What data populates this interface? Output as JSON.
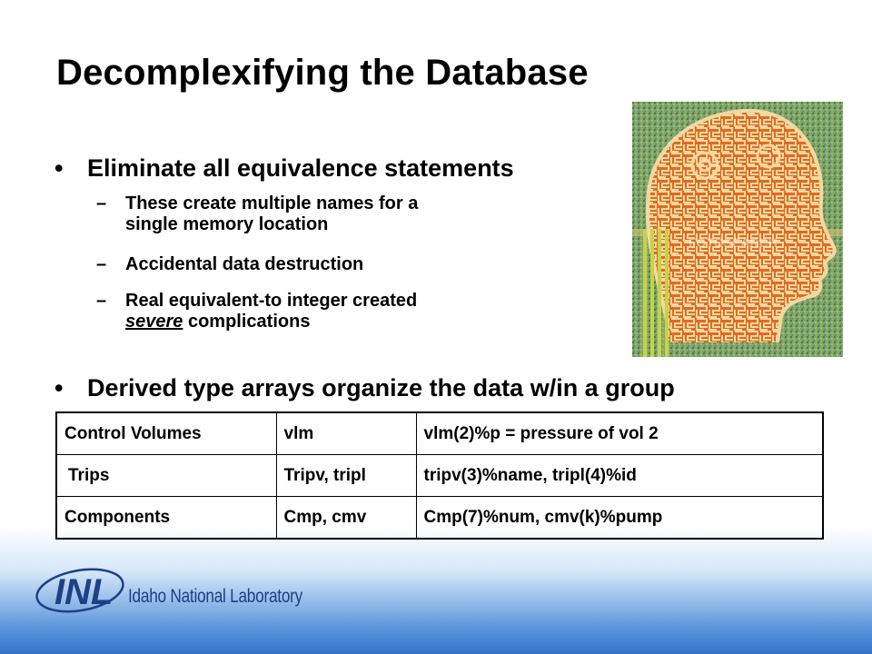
{
  "slide": {
    "title": "Decomplexifying the Database",
    "bullets": [
      {
        "marker": "•",
        "text": "Eliminate all equivalence statements",
        "subitems": [
          {
            "marker": "–",
            "line1": "These create multiple names for a",
            "line2": "single memory location"
          },
          {
            "marker": "–",
            "line1": "Accidental data destruction"
          },
          {
            "marker": "–",
            "line1": "Real equivalent-to integer created",
            "line2_em": "severe",
            "line2_rest": " complications"
          }
        ]
      },
      {
        "marker": "•",
        "text": "Derived type arrays organize the data w/in a group"
      }
    ],
    "table": {
      "rows": [
        [
          "Control Volumes",
          "vlm",
          "vlm(2)%p = pressure of vol 2"
        ],
        [
          "Trips",
          "Tripv, tripl",
          "tripv(3)%name, tripl(4)%id"
        ],
        [
          "Components",
          "Cmp, cmv",
          "Cmp(7)%num, cmv(k)%pump"
        ]
      ]
    },
    "image": {
      "icon": "maze-head-illustration",
      "watermark": "FOTOSEARCH"
    },
    "footer": {
      "logo_abbrev": "INL",
      "logo_text": "Idaho National Laboratory",
      "colors": {
        "logo": "#1f3f86",
        "gradient_bottom": "#3572c8"
      }
    }
  }
}
